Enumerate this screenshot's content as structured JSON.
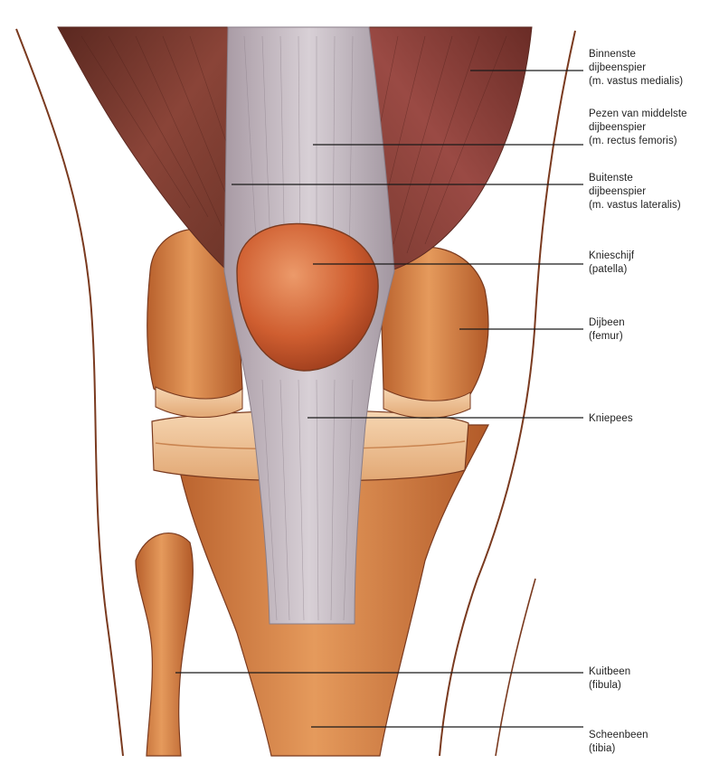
{
  "labels": {
    "vastus_medialis": [
      "Binnenste",
      "dijbeenspier",
      "(m. vastus medialis)"
    ],
    "rectus_femoris": [
      "Pezen van middelste",
      "dijbeenspier",
      "(m. rectus femoris)"
    ],
    "vastus_lateralis": [
      "Buitenste",
      "dijbeenspier",
      "(m. vastus lateralis)"
    ],
    "patella": [
      "Knieschijf",
      "(patella)"
    ],
    "femur": [
      "Dijbeen",
      "(femur)"
    ],
    "patellar_tendon": [
      "Kniepees"
    ],
    "fibula": [
      "Kuitbeen",
      "(fibula)"
    ],
    "tibia": [
      "Scheenbeen",
      "(tibia)"
    ]
  },
  "colors": {
    "muscle_dark": "#6e3028",
    "muscle_light": "#a8574a",
    "tendon": "#c7bec4",
    "bone": "#d98a4c",
    "bone_light": "#f0c08e",
    "cartilage": "#f2caa0",
    "patella": "#d4683a",
    "outline": "#7a3a1f"
  }
}
